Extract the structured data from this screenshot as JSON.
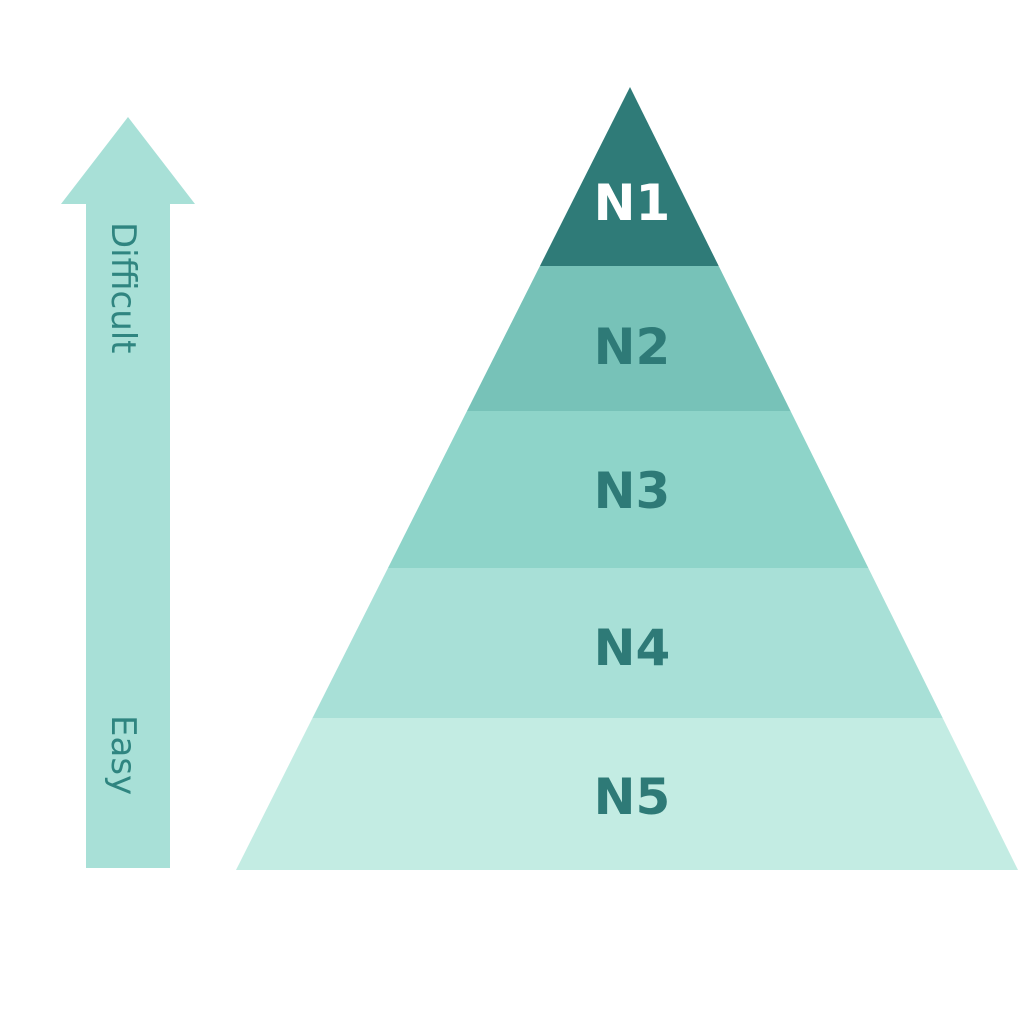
{
  "arrow": {
    "top_label": "Difficult",
    "bottom_label": "Easy",
    "color": "#a8e0d7"
  },
  "pyramid": {
    "levels": [
      {
        "label": "N1",
        "color": "#2f7b78"
      },
      {
        "label": "N2",
        "color": "#77c2b8"
      },
      {
        "label": "N3",
        "color": "#8ed4c9"
      },
      {
        "label": "N4",
        "color": "#a8e0d7"
      },
      {
        "label": "N5",
        "color": "#c3ece3"
      }
    ]
  }
}
